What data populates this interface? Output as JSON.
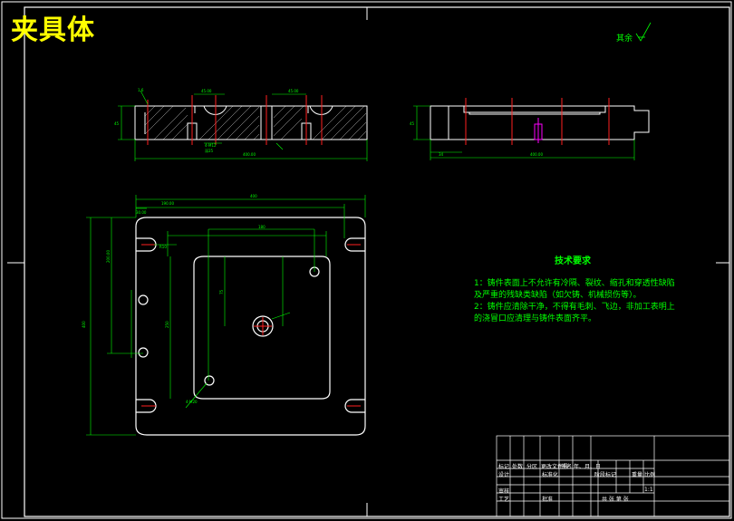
{
  "drawing": {
    "title": "夹具体",
    "roughness_note": "其余",
    "requirements": {
      "heading": "技术要求",
      "lines": [
        "1：铸件表面上不允许有冷隔、裂纹、缩孔和穿透性缺陷",
        "及严重的残缺类缺陷（如欠铸、机械损伤等）。",
        "2：铸件应清除干净，不得有毛刺、飞边，非加工表明上",
        "的浇冒口应清理与铸件表面齐平。"
      ]
    },
    "title_block": {
      "row1": [
        "标记",
        "处数",
        "分区",
        "更改文件号",
        "签名",
        "年、月、日"
      ],
      "row2": [
        "设计",
        "标准化",
        "阶段标记",
        "重量",
        "比例"
      ],
      "row3": [
        "审核"
      ],
      "row4": [
        "工艺",
        "批准",
        "共  张  第  张"
      ],
      "scale": "1:1"
    }
  },
  "colors": {
    "background": "#000000",
    "outline": "#ffffff",
    "dimension": "#00ff00",
    "centerline": "#ff0000",
    "title": "#ffff00",
    "highlight": "#ff00ff"
  }
}
